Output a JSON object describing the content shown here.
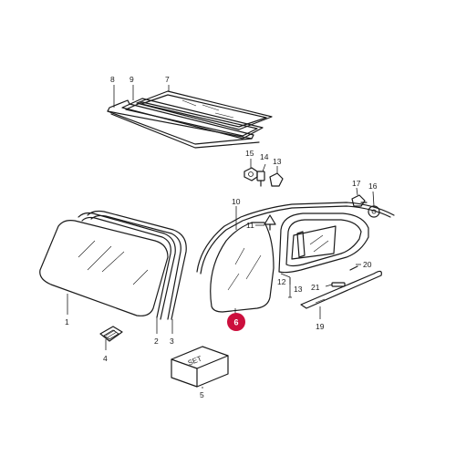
{
  "diagram": {
    "callouts": [
      {
        "id": "c1",
        "label": "1"
      },
      {
        "id": "c2",
        "label": "2"
      },
      {
        "id": "c3",
        "label": "3"
      },
      {
        "id": "c4",
        "label": "4"
      },
      {
        "id": "c5",
        "label": "5"
      },
      {
        "id": "c6",
        "label": "6",
        "highlighted": true
      },
      {
        "id": "c7",
        "label": "7"
      },
      {
        "id": "c8",
        "label": "8"
      },
      {
        "id": "c9",
        "label": "9"
      },
      {
        "id": "c10",
        "label": "10"
      },
      {
        "id": "c11",
        "label": "11"
      },
      {
        "id": "c12",
        "label": "12"
      },
      {
        "id": "c13",
        "label": "13"
      },
      {
        "id": "c14",
        "label": "14"
      },
      {
        "id": "c15",
        "label": "15"
      },
      {
        "id": "c16",
        "label": "16"
      },
      {
        "id": "c17",
        "label": "17"
      },
      {
        "id": "c19",
        "label": "19"
      },
      {
        "id": "c20",
        "label": "20"
      },
      {
        "id": "c21",
        "label": "21"
      }
    ],
    "set_box_label": "SET",
    "colors": {
      "line": "#1a1a1a",
      "highlight": "#cc0f3d",
      "background": "#ffffff"
    }
  }
}
